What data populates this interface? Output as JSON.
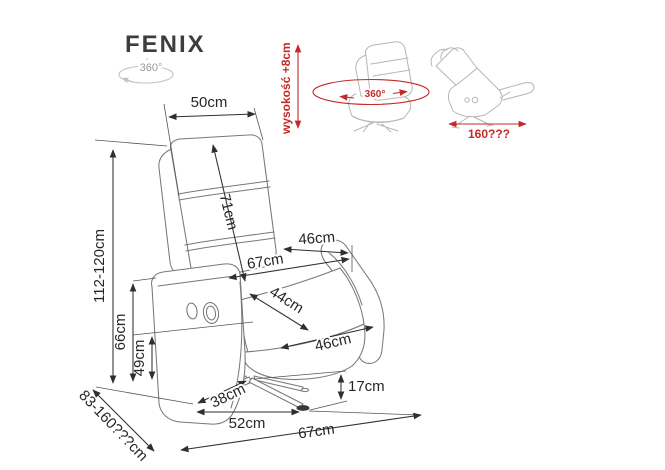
{
  "title": "FENIX",
  "swivel_icon": {
    "label": "360°"
  },
  "red_annotations": {
    "height_gain": "wysokość +8cm",
    "swivel": "360°",
    "recline_length": "160???"
  },
  "dimensions": {
    "headrest_width": "50cm",
    "backrest_height": "71cm",
    "overall_height": "112-120cm",
    "armrest_height": "66cm",
    "seat_height": "49cm",
    "depth_upper": "67cm",
    "armrest_length": "46cm",
    "seat_depth": "44cm",
    "seat_width": "46cm",
    "base_clearance": "17cm",
    "leg_length": "38cm",
    "base_width": "52cm",
    "overall_depth": "67cm",
    "recline_span": "83-160???cm"
  },
  "colors": {
    "artwork_line": "#787878",
    "mini_artwork_line": "#b8b6b3",
    "dimension_line": "#2f2f2f",
    "accent_red": "#c52a27",
    "title_text": "#3d3d3d"
  }
}
